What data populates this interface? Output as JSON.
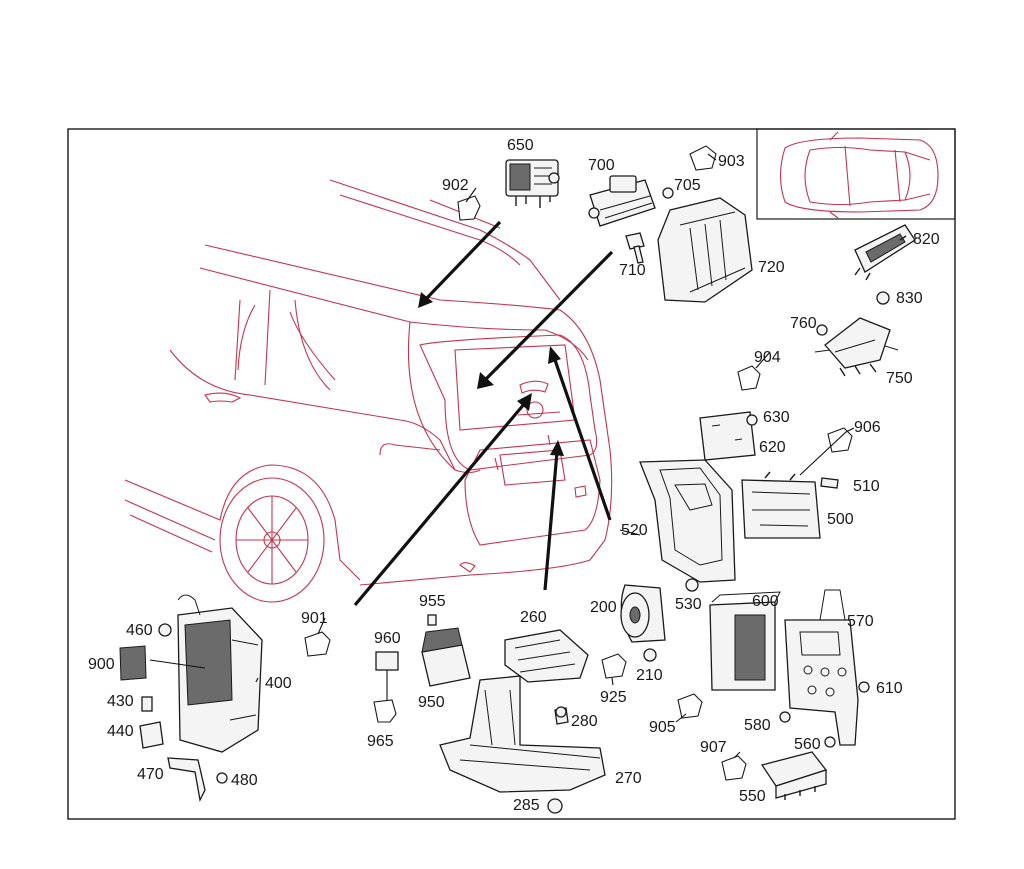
{
  "labels": {
    "p650": "650",
    "p700": "700",
    "p902": "902",
    "p903": "903",
    "p705": "705",
    "p710": "710",
    "p720": "720",
    "p820": "820",
    "p830": "830",
    "p760": "760",
    "p750": "750",
    "p904": "904",
    "p630": "630",
    "p620": "620",
    "p906": "906",
    "p510": "510",
    "p500": "500",
    "p520": "520",
    "p530": "530",
    "p600": "600",
    "p570": "570",
    "p610": "610",
    "p200": "200",
    "p210": "210",
    "p925": "925",
    "p905": "905",
    "p580": "580",
    "p560": "560",
    "p907": "907",
    "p550": "550",
    "p260": "260",
    "p280": "280",
    "p270": "270",
    "p285": "285",
    "p955": "955",
    "p960": "960",
    "p950": "950",
    "p965": "965",
    "p901": "901",
    "p400": "400",
    "p460": "460",
    "p900": "900",
    "p430": "430",
    "p440": "440",
    "p470": "470",
    "p480": "480"
  },
  "colors": {
    "frame": "#1a1a1a",
    "vehicle_outline": "#c4344e",
    "part_fill": "#f4f4f4",
    "part_stroke": "#1a1a1a"
  },
  "icons": {
    "vehicle": "car-rear-outline",
    "locator": "vehicle-top-view-outline",
    "symbol": "cube-symbol"
  }
}
